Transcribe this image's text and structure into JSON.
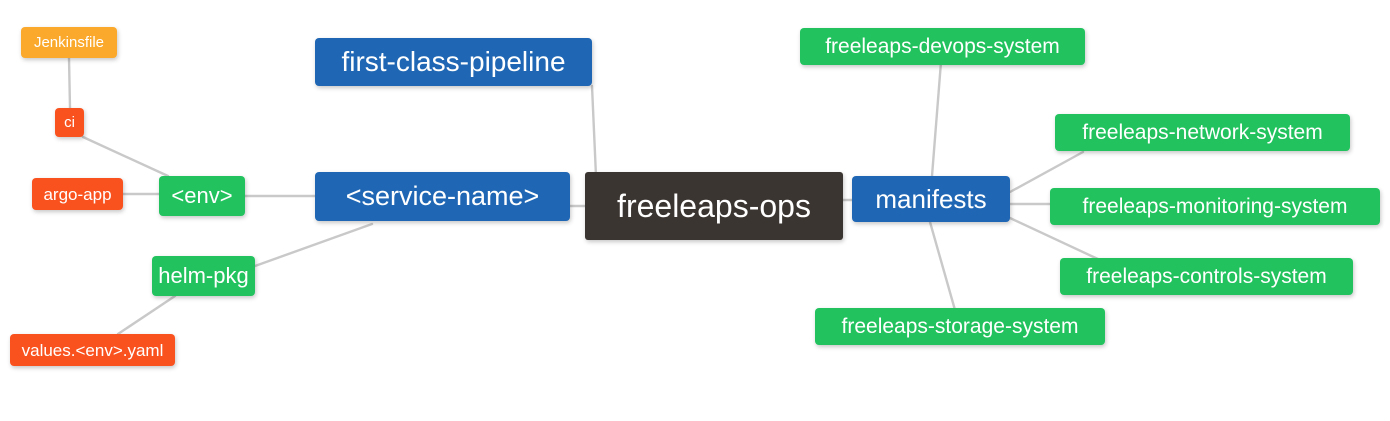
{
  "diagram": {
    "type": "mind-map",
    "title": "freeleaps-ops",
    "background": "#ffffff",
    "palette": {
      "root": "#3b3531",
      "blue": "#1f67b4",
      "green": "#22c35e",
      "orange": "#faa92c",
      "red": "#f9521f",
      "edge": "#c9c9c9",
      "text": "#ffffff"
    }
  },
  "nodes": {
    "root": {
      "label": "freeleaps-ops",
      "color": "#3b3531"
    },
    "first_class_pipeline": {
      "label": "first-class-pipeline",
      "color": "#1f67b4"
    },
    "service_name": {
      "label": "<service-name>",
      "color": "#1f67b4"
    },
    "env": {
      "label": "<env>",
      "color": "#22c35e"
    },
    "ci": {
      "label": "ci",
      "color": "#f9521f"
    },
    "jenkinsfile": {
      "label": "Jenkinsfile",
      "color": "#faa92c"
    },
    "argo_app": {
      "label": "argo-app",
      "color": "#f9521f"
    },
    "helm_pkg": {
      "label": "helm-pkg",
      "color": "#22c35e"
    },
    "values_yaml": {
      "label": "values.<env>.yaml",
      "color": "#f9521f"
    },
    "manifests": {
      "label": "manifests",
      "color": "#1f67b4"
    },
    "devops_system": {
      "label": "freeleaps-devops-system",
      "color": "#22c35e"
    },
    "network_system": {
      "label": "freeleaps-network-system",
      "color": "#22c35e"
    },
    "monitoring_system": {
      "label": "freeleaps-monitoring-system",
      "color": "#22c35e"
    },
    "controls_system": {
      "label": "freeleaps-controls-system",
      "color": "#22c35e"
    },
    "storage_system": {
      "label": "freeleaps-storage-system",
      "color": "#22c35e"
    }
  },
  "edges": [
    {
      "from": "root",
      "to": "first_class_pipeline"
    },
    {
      "from": "root",
      "to": "service_name"
    },
    {
      "from": "root",
      "to": "manifests"
    },
    {
      "from": "service_name",
      "to": "env"
    },
    {
      "from": "service_name",
      "to": "helm_pkg"
    },
    {
      "from": "env",
      "to": "ci"
    },
    {
      "from": "env",
      "to": "argo_app"
    },
    {
      "from": "ci",
      "to": "jenkinsfile"
    },
    {
      "from": "helm_pkg",
      "to": "values_yaml"
    },
    {
      "from": "manifests",
      "to": "devops_system"
    },
    {
      "from": "manifests",
      "to": "network_system"
    },
    {
      "from": "manifests",
      "to": "monitoring_system"
    },
    {
      "from": "manifests",
      "to": "controls_system"
    },
    {
      "from": "manifests",
      "to": "storage_system"
    }
  ]
}
